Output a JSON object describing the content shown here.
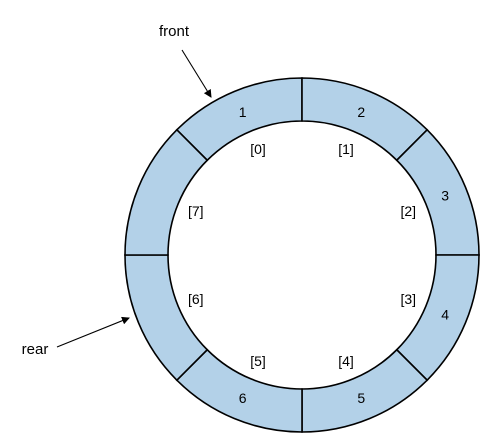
{
  "diagram": {
    "front_label": "front",
    "rear_label": "rear",
    "fill_color": "#b3d1e8",
    "stroke_color": "#000000",
    "slots": [
      {
        "index_label": "[0]",
        "value": "1"
      },
      {
        "index_label": "[1]",
        "value": "2"
      },
      {
        "index_label": "[2]",
        "value": "3"
      },
      {
        "index_label": "[3]",
        "value": "4"
      },
      {
        "index_label": "[4]",
        "value": "5"
      },
      {
        "index_label": "[5]",
        "value": "6"
      },
      {
        "index_label": "[6]",
        "value": ""
      },
      {
        "index_label": "[7]",
        "value": ""
      }
    ]
  }
}
